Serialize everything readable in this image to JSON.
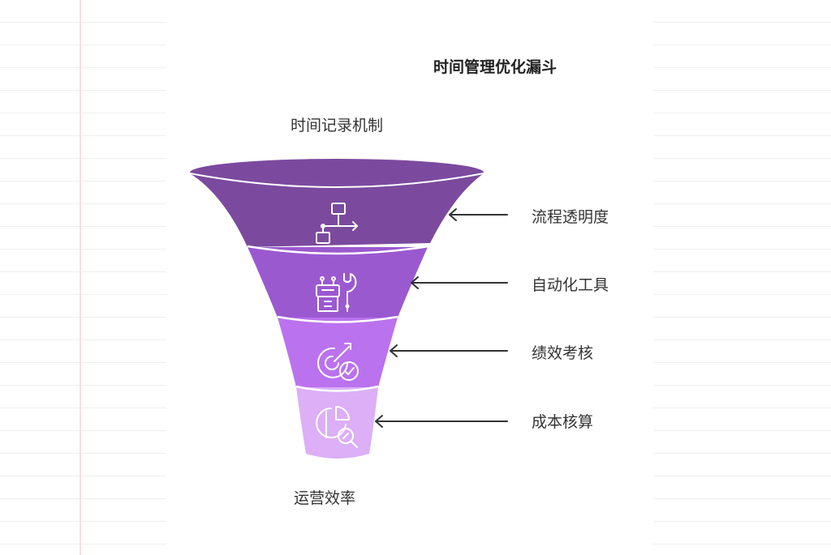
{
  "title": "时间管理优化漏斗",
  "top_label": "时间记录机制",
  "bottom_label": "运营效率",
  "stages": [
    {
      "label": "流程透明度",
      "icon": "flowchart-icon",
      "color": "#7b4a9e"
    },
    {
      "label": "自动化工具",
      "icon": "robot-wrench-icon",
      "color": "#9b59d0"
    },
    {
      "label": "绩效考核",
      "icon": "target-check-icon",
      "color": "#bb72ee"
    },
    {
      "label": "成本核算",
      "icon": "pie-magnifier-icon",
      "color": "#dcaff7"
    }
  ],
  "colors": {
    "rim": "#7b4a9e",
    "arrow": "#333333",
    "icon_stroke": "#ffffff"
  }
}
